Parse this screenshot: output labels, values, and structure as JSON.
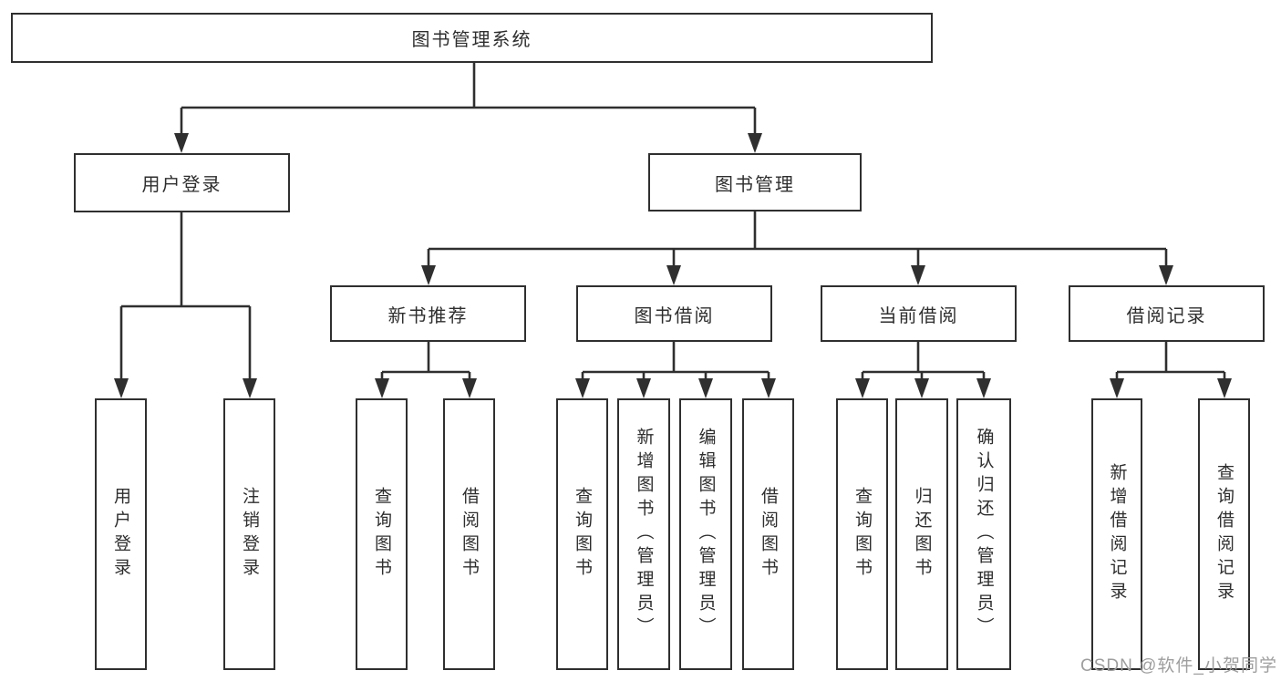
{
  "diagram": {
    "type": "hierarchy-tree",
    "root": {
      "label": "图书管理系统"
    },
    "level2": {
      "user_login": {
        "label": "用户登录"
      },
      "book_mgmt": {
        "label": "图书管理"
      }
    },
    "level3": {
      "new_books": {
        "label": "新书推荐"
      },
      "book_borrow": {
        "label": "图书借阅"
      },
      "current_borrow": {
        "label": "当前借阅"
      },
      "borrow_records": {
        "label": "借阅记录"
      }
    },
    "leaves": {
      "user_login": {
        "label": "用户登录"
      },
      "logout": {
        "label": "注销登录"
      },
      "nb_query": {
        "label": "查询图书"
      },
      "nb_borrow": {
        "label": "借阅图书"
      },
      "bb_query": {
        "label": "查询图书"
      },
      "bb_add": {
        "label": "新增图书（管理员）"
      },
      "bb_edit": {
        "label": "编辑图书（管理员）"
      },
      "bb_borrow": {
        "label": "借阅图书"
      },
      "cb_query": {
        "label": "查询图书"
      },
      "cb_return": {
        "label": "归还图书"
      },
      "cb_confirm": {
        "label": "确认归还（管理员）"
      },
      "br_add": {
        "label": "新增借阅记录"
      },
      "br_query": {
        "label": "查询借阅记录"
      }
    }
  },
  "watermark": {
    "text": "CSDN @软件_小贺同学"
  },
  "colors": {
    "background": "#ffffff",
    "line": "#2f2f2f",
    "box_border": "#2f2f2f",
    "text": "#2e2e2e",
    "watermark": "#9e9e9e"
  }
}
